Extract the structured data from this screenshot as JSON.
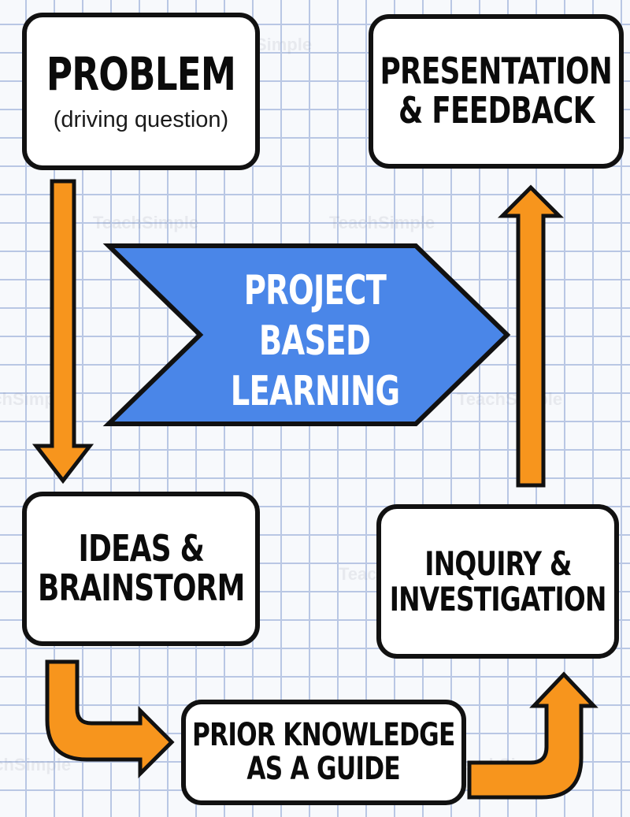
{
  "colors": {
    "arrow_fill": "#f7951d",
    "chevron_fill": "#4a86e8",
    "outline": "#111111",
    "box_fill": "#ffffff",
    "grid_line": "#b9c7e4"
  },
  "watermark": {
    "text": "TeachSimple"
  },
  "center": {
    "lines": [
      "PROJECT",
      "BASED",
      "LEARNING"
    ]
  },
  "boxes": {
    "problem": {
      "title": "PROBLEM",
      "subtitle": "(driving question)"
    },
    "presentation": {
      "lines": [
        "PRESENTATION",
        "& FEEDBACK"
      ]
    },
    "ideas": {
      "lines": [
        "IDEAS &",
        "BRAINSTORM"
      ]
    },
    "inquiry": {
      "lines": [
        "INQUIRY &",
        "INVESTIGATION"
      ]
    },
    "prior": {
      "lines": [
        "PRIOR KNOWLEDGE",
        "AS A GUIDE"
      ]
    }
  },
  "flow": [
    {
      "from": "problem",
      "to": "ideas",
      "direction": "down"
    },
    {
      "from": "ideas",
      "to": "prior",
      "direction": "down-right"
    },
    {
      "from": "prior",
      "to": "inquiry",
      "direction": "right-up"
    },
    {
      "from": "inquiry",
      "to": "presentation",
      "direction": "up"
    }
  ]
}
